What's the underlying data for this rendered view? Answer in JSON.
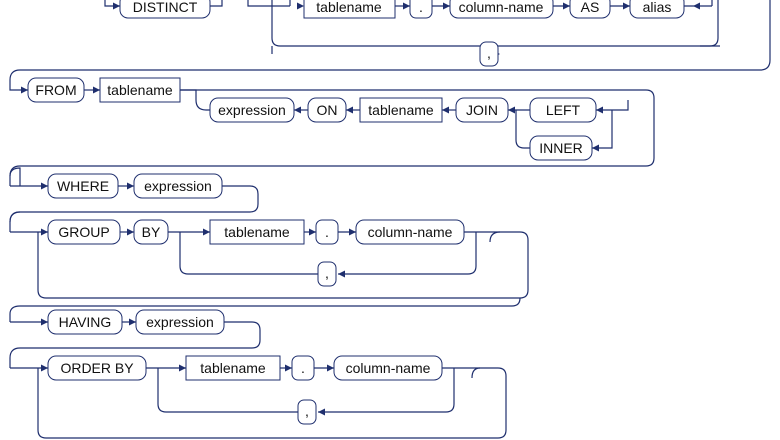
{
  "diagram": {
    "distinct": "DISTINCT",
    "tablename": "tablename",
    "dot": ".",
    "column_name": "column-name",
    "as": "AS",
    "alias": "alias",
    "comma": ",",
    "from": "FROM",
    "expression": "expression",
    "on": "ON",
    "join": "JOIN",
    "left": "LEFT",
    "inner": "INNER",
    "where": "WHERE",
    "group": "GROUP",
    "by": "BY",
    "having": "HAVING",
    "order_by": "ORDER BY"
  },
  "colors": {
    "line": "#1f2f6e",
    "box_fill": "#ffffff",
    "text": "#111111"
  }
}
